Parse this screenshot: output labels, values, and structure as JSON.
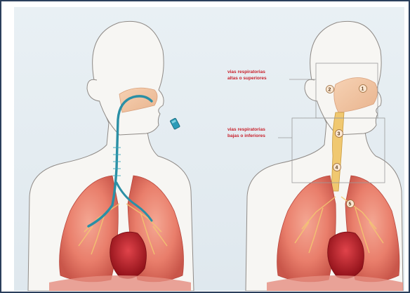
{
  "diagram": {
    "left_panel": {
      "inhaler_icon": "inhaler-icon"
    },
    "right_panel": {
      "upper_airways_label": {
        "line1": "vias respiratorias",
        "line2": "altas o superiores"
      },
      "lower_airways_label": {
        "line1": "vias respiratorias",
        "line2": "bajas o inferiores"
      },
      "markers": [
        "2",
        "1",
        "3",
        "4",
        "5"
      ]
    },
    "colors": {
      "skin": "#f7f6f3",
      "lung": "#e9786a",
      "heart": "#c3202a",
      "airway_blue": "#2a8fa5",
      "trachea_yellow": "#f0c870",
      "label_red": "#c81f2a"
    }
  }
}
